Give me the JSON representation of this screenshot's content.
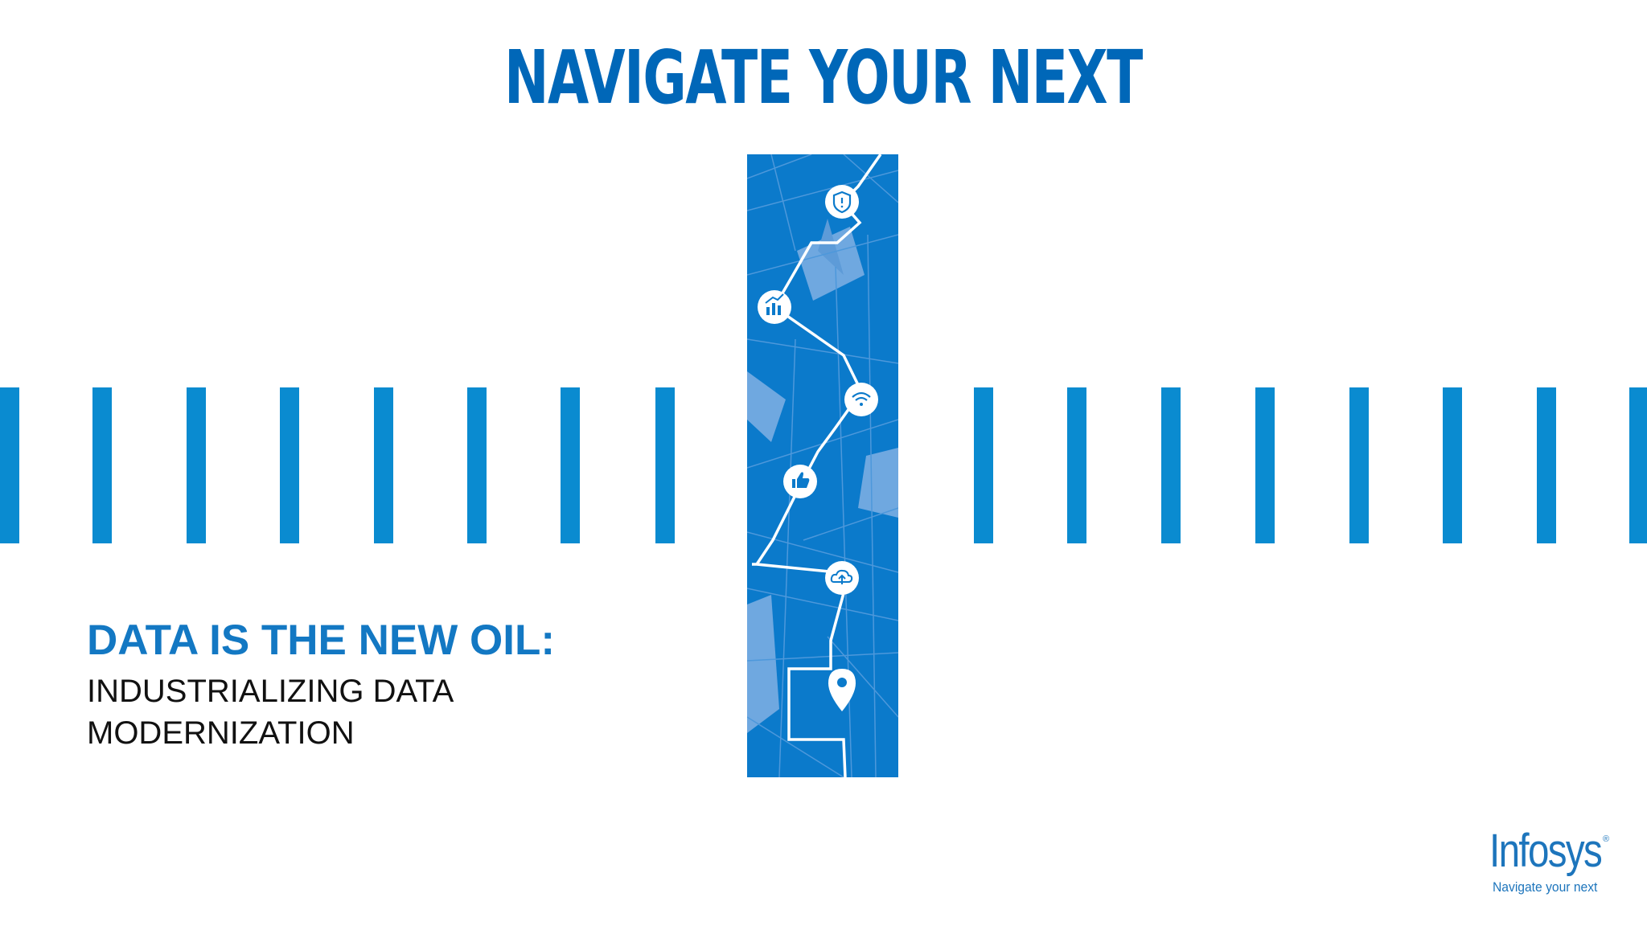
{
  "slide": {
    "headline": "NAVIGATE YOUR NEXT",
    "subtitle": "DATA IS THE NEW OIL:",
    "description_line1": "INDUSTRIALIZING DATA",
    "description_line2": "MODERNIZATION"
  },
  "brand": {
    "logo_text": "Infosys",
    "registered_mark": "®",
    "tagline": "Navigate your next"
  },
  "colors": {
    "headline": "#0067b8",
    "stripes": "#0a8bd0",
    "map_background": "#0b7acb",
    "subtitle": "#1378c3",
    "brand": "#1d75bc"
  },
  "map_icons": [
    "shield-icon",
    "chart-icon",
    "wifi-icon",
    "thumbs-up-icon",
    "cloud-icon",
    "location-pin-icon"
  ]
}
